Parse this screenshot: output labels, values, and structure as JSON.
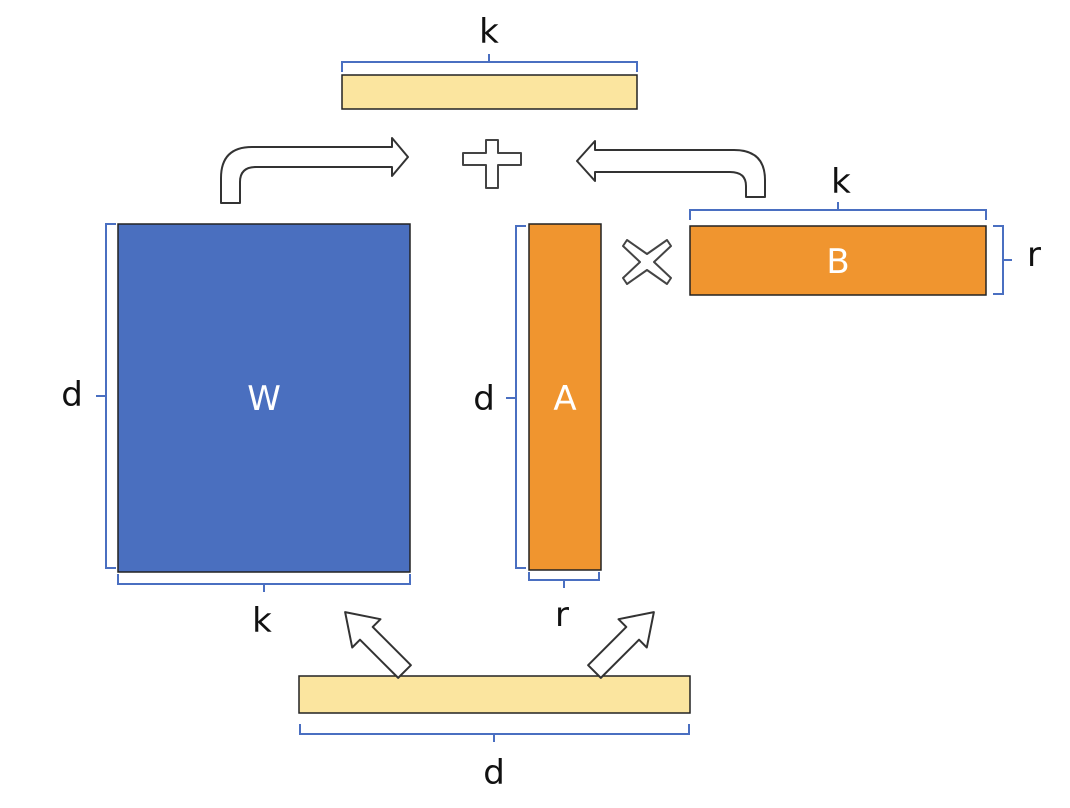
{
  "diagram": {
    "labels": {
      "output_width": "k",
      "w_height": "d",
      "w_width": "k",
      "a_height": "d",
      "a_width": "r",
      "b_width": "k",
      "b_height": "r",
      "input_width": "d"
    },
    "matrices": {
      "w": "W",
      "a": "A",
      "b": "B"
    },
    "operators": {
      "plus": "plus-sign",
      "times": "multiply-sign"
    },
    "colors": {
      "w_fill": "#4a6fbf",
      "ab_fill": "#f0952f",
      "vector_fill": "#fbe59f",
      "brace": "#4a6fc1",
      "border": "#222222"
    }
  }
}
